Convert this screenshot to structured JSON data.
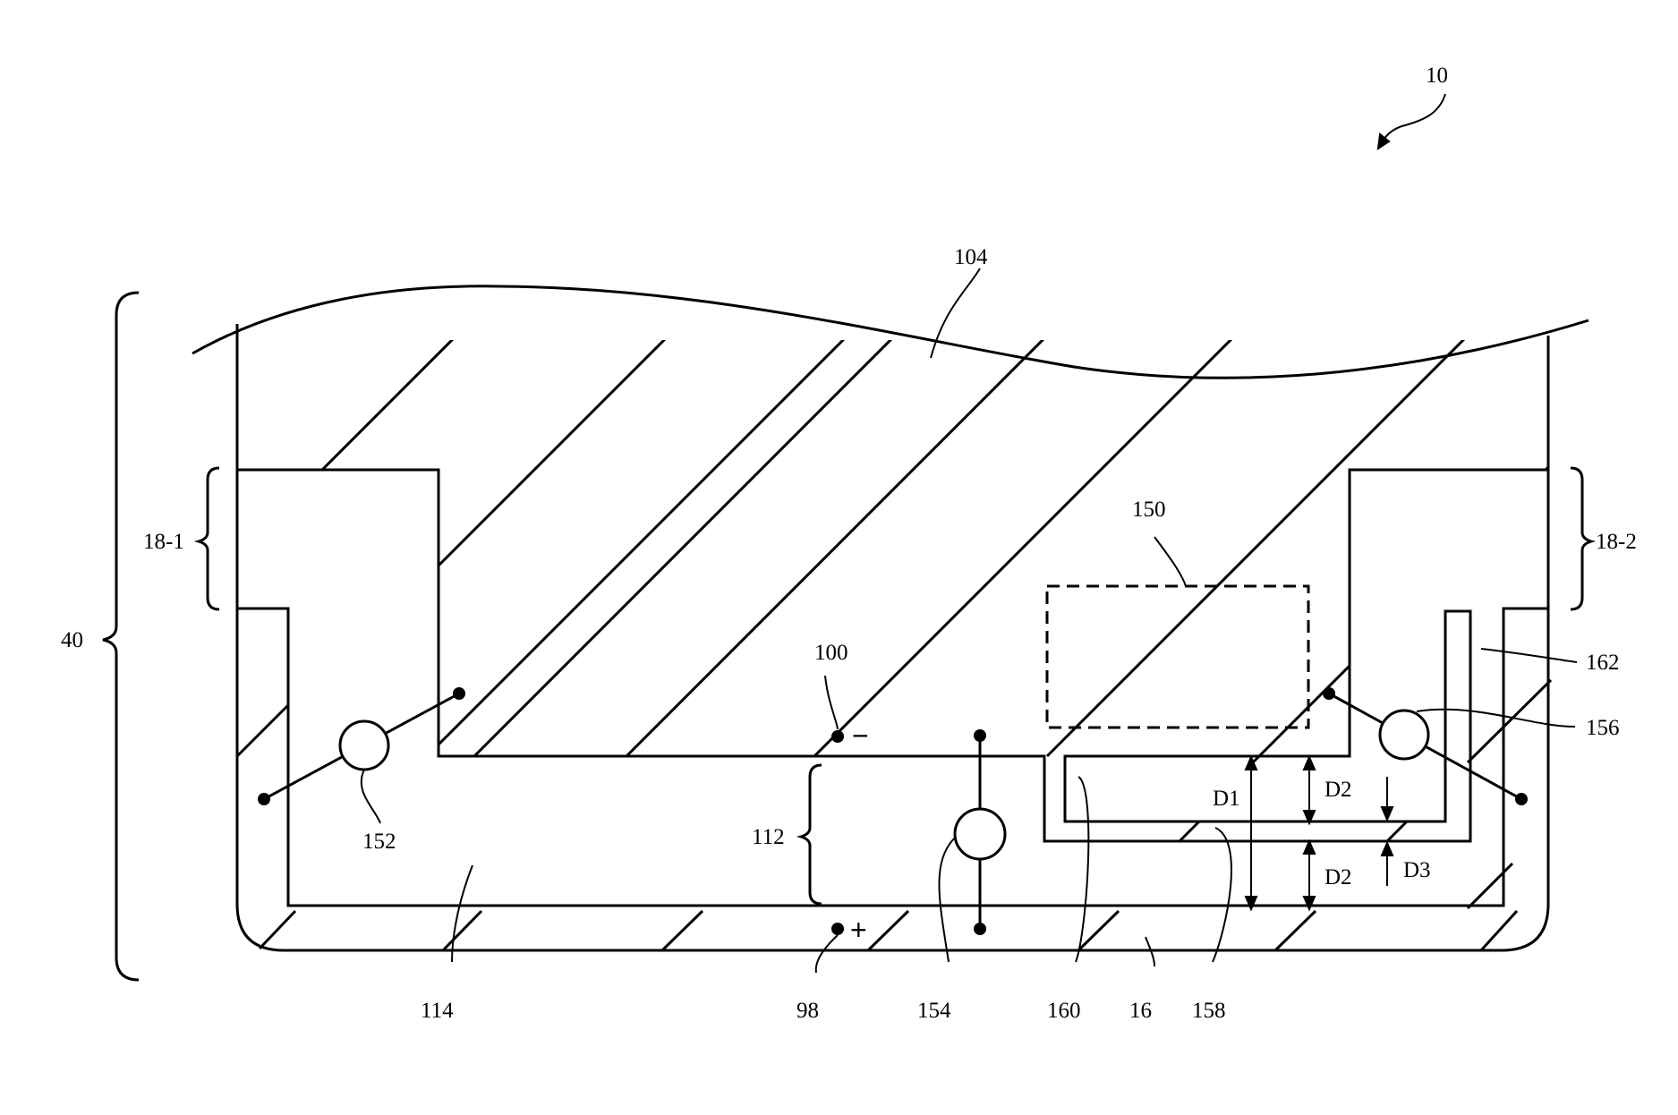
{
  "figure": {
    "ref_numerals": {
      "device": "10",
      "electrolyte": "104",
      "region_40": "40",
      "region_18_1": "18-1",
      "region_18_2": "18-2",
      "window_150": "150",
      "electrode_100": "100",
      "resistor_152": "152",
      "resistor_154": "154",
      "resistor_156": "156",
      "layer_162": "162",
      "region_112": "112",
      "layer_114": "114",
      "electrode_98": "98",
      "layer_160": "160",
      "substrate_16": "16",
      "layer_158": "158"
    },
    "dimensions": {
      "d1": "D1",
      "d2_upper": "D2",
      "d2_lower": "D2",
      "d3": "D3"
    },
    "polarity": {
      "negative": "−",
      "positive": "+"
    }
  }
}
